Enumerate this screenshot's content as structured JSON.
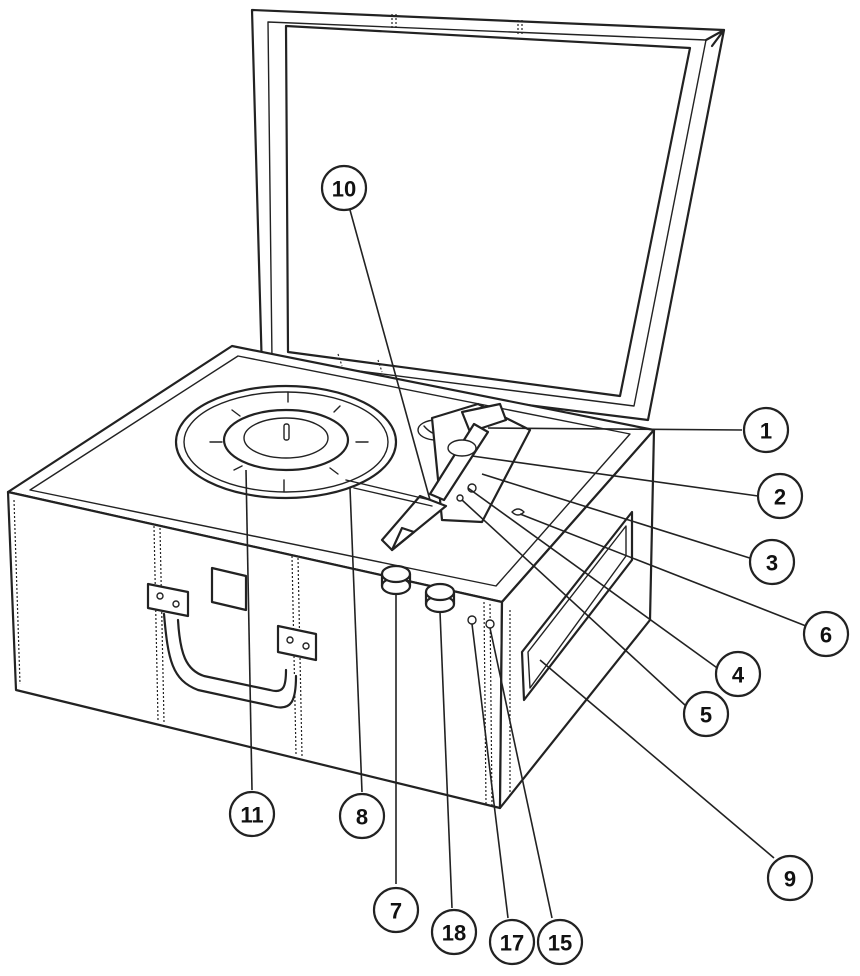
{
  "diagram": {
    "callouts": [
      {
        "id": "c1",
        "label": "1"
      },
      {
        "id": "c2",
        "label": "2"
      },
      {
        "id": "c3",
        "label": "3"
      },
      {
        "id": "c4",
        "label": "4"
      },
      {
        "id": "c5",
        "label": "5"
      },
      {
        "id": "c6",
        "label": "6"
      },
      {
        "id": "c7",
        "label": "7"
      },
      {
        "id": "c8",
        "label": "8"
      },
      {
        "id": "c9",
        "label": "9"
      },
      {
        "id": "c10",
        "label": "10"
      },
      {
        "id": "c11",
        "label": "11"
      },
      {
        "id": "c15",
        "label": "15"
      },
      {
        "id": "c17",
        "label": "17"
      },
      {
        "id": "c18",
        "label": "18"
      }
    ]
  }
}
